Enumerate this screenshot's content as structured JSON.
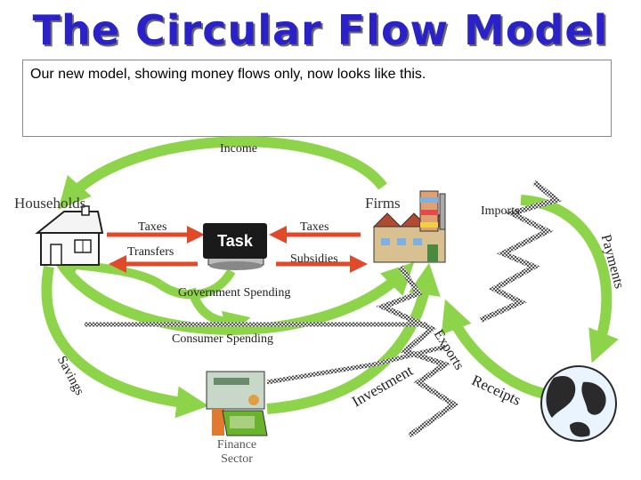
{
  "title": "The Circular Flow Model",
  "note": "Our new model, showing money flows only, now looks like this.",
  "labels": {
    "income": "Income",
    "households": "Households",
    "firms": "Firms",
    "imports": "Imports",
    "taxes_left": "Taxes",
    "taxes_right": "Taxes",
    "transfers": "Transfers",
    "subsidies": "Subsidies",
    "task": "Task",
    "government_spending": "Government Spending",
    "consumer_spending": "Consumer Spending",
    "savings": "Savings",
    "investment": "Investment",
    "exports": "Exports",
    "receipts": "Receipts",
    "payments": "Payments",
    "finance_sector_line1": "Finance",
    "finance_sector_line2": "Sector"
  },
  "colors": {
    "flow_arrow": "#8ed44a",
    "flow_arrow_dark": "#6ab42c",
    "gov_arrow": "#e04a2a",
    "title": "#2a22c8",
    "zigzag": "#3a3a3a"
  },
  "icons": [
    "house-icon",
    "factory-icon",
    "government-building-icon",
    "globe-icon",
    "money-machine-icon"
  ]
}
